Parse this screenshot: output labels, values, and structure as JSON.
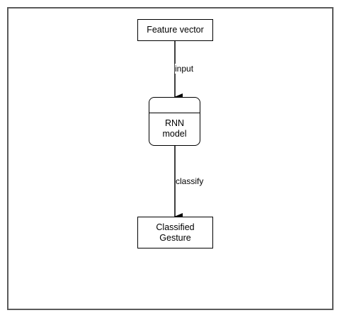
{
  "diagram": {
    "nodes": {
      "feature_vector": {
        "label": "Feature vector"
      },
      "rnn_model": {
        "line1": "RNN",
        "line2": "model"
      },
      "classified_gesture": {
        "line1": "Classified",
        "line2": "Gesture"
      }
    },
    "edges": [
      {
        "from": "feature_vector",
        "to": "rnn_model",
        "label": "input"
      },
      {
        "from": "rnn_model",
        "to": "classified_gesture",
        "label": "classify"
      }
    ]
  },
  "colors": {
    "frame_border": "#5a5a5a",
    "stroke": "#000000",
    "background": "#ffffff"
  }
}
